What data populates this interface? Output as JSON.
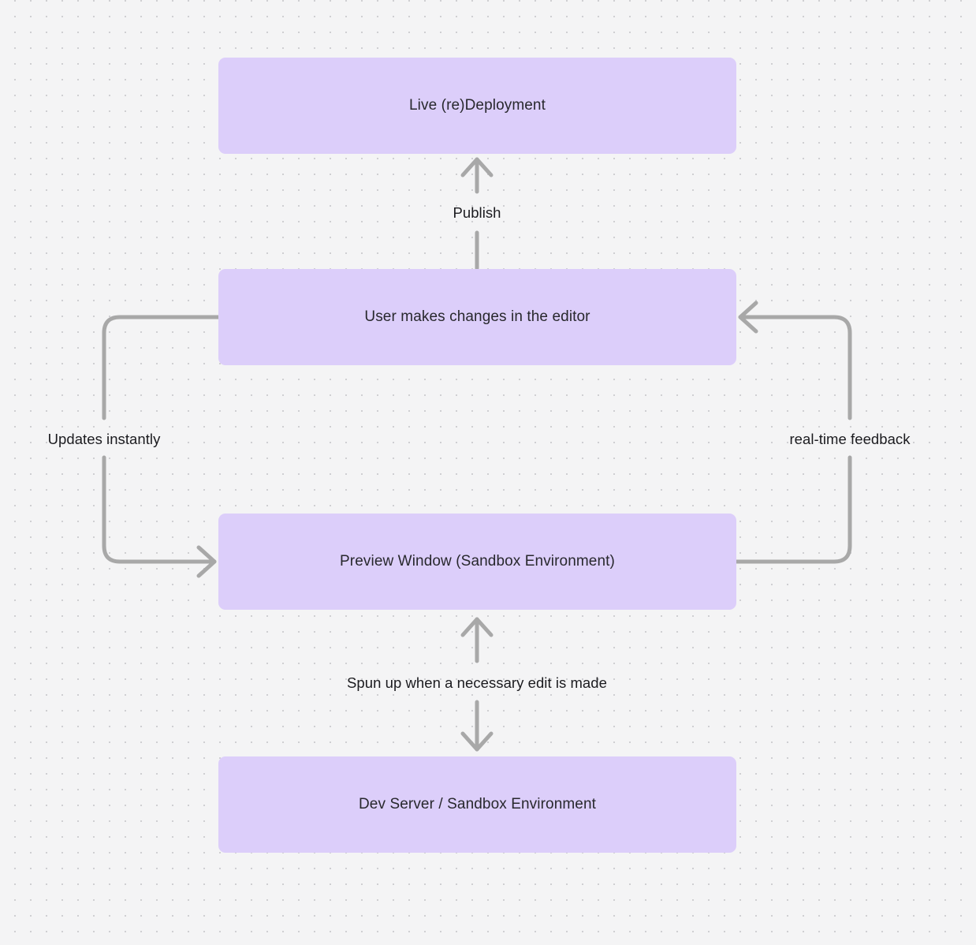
{
  "diagram": {
    "background": {
      "color": "#f4f4f5",
      "dot_color": "#cfcfd2",
      "dot_spacing": 20
    },
    "node_style": {
      "fill": "#dccefa",
      "text_color": "#28282d",
      "radius": 9
    },
    "edge_style": {
      "stroke": "#a8a8a8",
      "width": 5,
      "label_color": "#1b1b1f"
    },
    "nodes": [
      {
        "id": "live-deployment",
        "label": "Live (re)Deployment"
      },
      {
        "id": "user-edits",
        "label": "User makes changes in the editor"
      },
      {
        "id": "preview-window",
        "label": "Preview Window (Sandbox Environment)"
      },
      {
        "id": "dev-server",
        "label": "Dev Server / Sandbox Environment"
      }
    ],
    "edges": [
      {
        "id": "publish",
        "label": "Publish",
        "from": "user-edits",
        "to": "live-deployment",
        "direction": "up"
      },
      {
        "id": "updates-instantly",
        "label": "Updates instantly",
        "from": "user-edits",
        "to": "preview-window",
        "direction": "left-loop"
      },
      {
        "id": "real-time-feedback",
        "label": "real-time feedback",
        "from": "preview-window",
        "to": "user-edits",
        "direction": "right-loop"
      },
      {
        "id": "spun-up",
        "label": "Spun up when a necessary edit is made",
        "from": "preview-window",
        "to": "dev-server",
        "direction": "bidirectional"
      }
    ]
  }
}
